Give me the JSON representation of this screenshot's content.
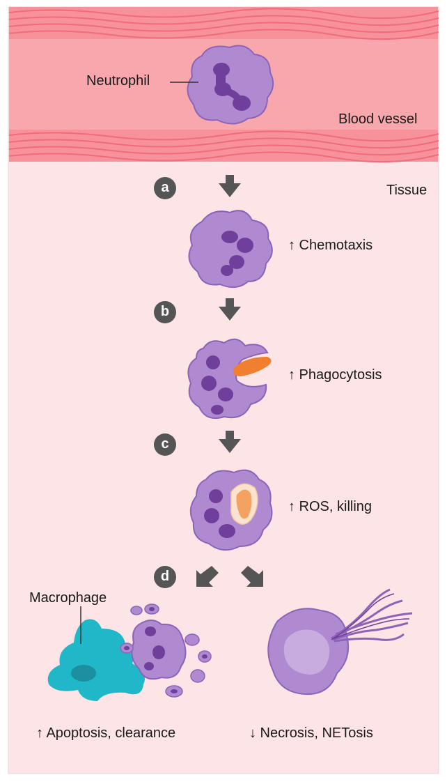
{
  "labels": {
    "neutrophil": "Neutrophil",
    "blood_vessel": "Blood vessel",
    "tissue": "Tissue",
    "macrophage": "Macrophage"
  },
  "steps": [
    {
      "letter": "a",
      "outcome": "↑ Chemotaxis"
    },
    {
      "letter": "b",
      "outcome": "↑ Phagocytosis"
    },
    {
      "letter": "c",
      "outcome": "↑ ROS, killing"
    },
    {
      "letter": "d",
      "outcome_left": "↑ Apoptosis, clearance",
      "outcome_right": "↓ Necrosis, NETosis"
    }
  ],
  "colors": {
    "vessel": "#f8a7ad",
    "vessel_wall": "#f37c86",
    "tissue": "#fde4e6",
    "cell": "#b08ad1",
    "cell_edge": "#8d63b8",
    "nucleus": "#6f3f9b",
    "bacterium": "#f08030",
    "macrophage": "#20b8c8",
    "arrow": "#555555",
    "badge": "#555555"
  }
}
